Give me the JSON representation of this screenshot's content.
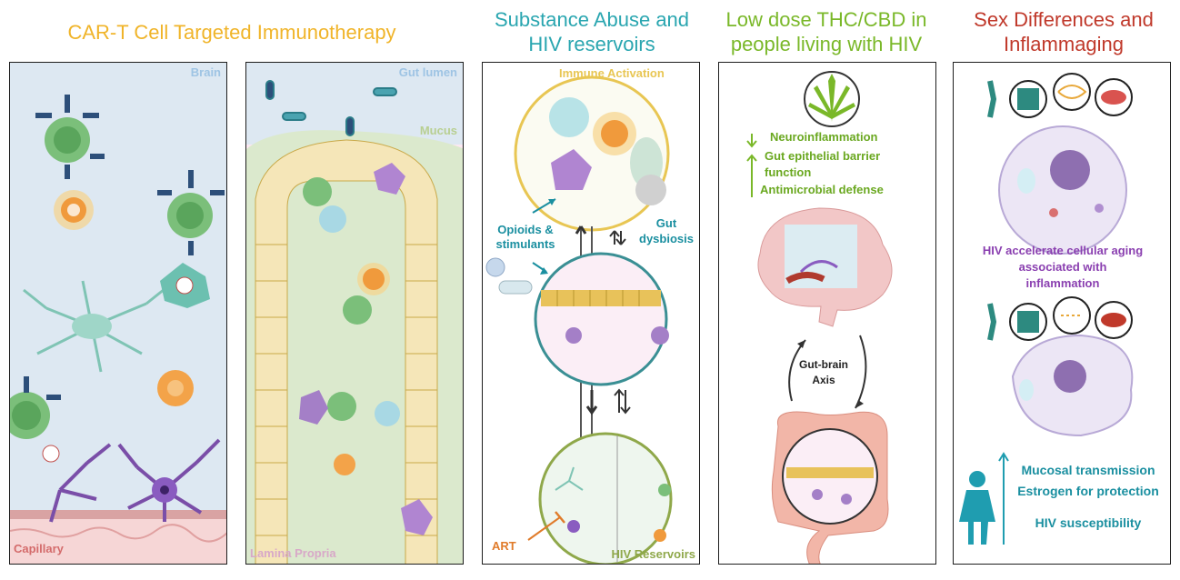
{
  "titles": {
    "cart": "CAR-T Cell Targeted Immunotherapy",
    "substance": "Substance Abuse and HIV reservoirs",
    "thc": "Low dose THC/CBD in people living with HIV",
    "sex": "Sex Differences and Inflammaging"
  },
  "panel1": {
    "brain": "Brain",
    "capillary": "Capillary"
  },
  "panel2": {
    "gut_lumen": "Gut lumen",
    "mucus": "Mucus",
    "lamina_propria": "Lamina Propria"
  },
  "panel3": {
    "immune_activation": "Immune Activation",
    "opioids": "Opioids & stimulants",
    "gut_dysbiosis": "Gut dysbiosis",
    "art": "ART",
    "hiv_reservoirs": "HIV Reservoirs"
  },
  "panel4": {
    "neuroinflammation": "Neuroinflammation",
    "barrier": "Gut epithelial barrier function",
    "antimicrobial": "Antimicrobial defense",
    "gut_brain_axis": "Gut-brain Axis"
  },
  "panel5": {
    "accelerate": "HIV accelerate cellular aging associated with inflammation",
    "mucosal": "Mucosal transmission",
    "estrogen": "Estrogen for protection",
    "susceptibility": "HIV susceptibility"
  },
  "colors": {
    "cart_title": "#f0b429",
    "substance_title": "#2aa6b0",
    "thc_title": "#7ab829",
    "sex_title": "#c0392b",
    "thc_text": "#6aa820",
    "purple_text": "#8a3fb0",
    "teal_text": "#1a8fa0"
  }
}
